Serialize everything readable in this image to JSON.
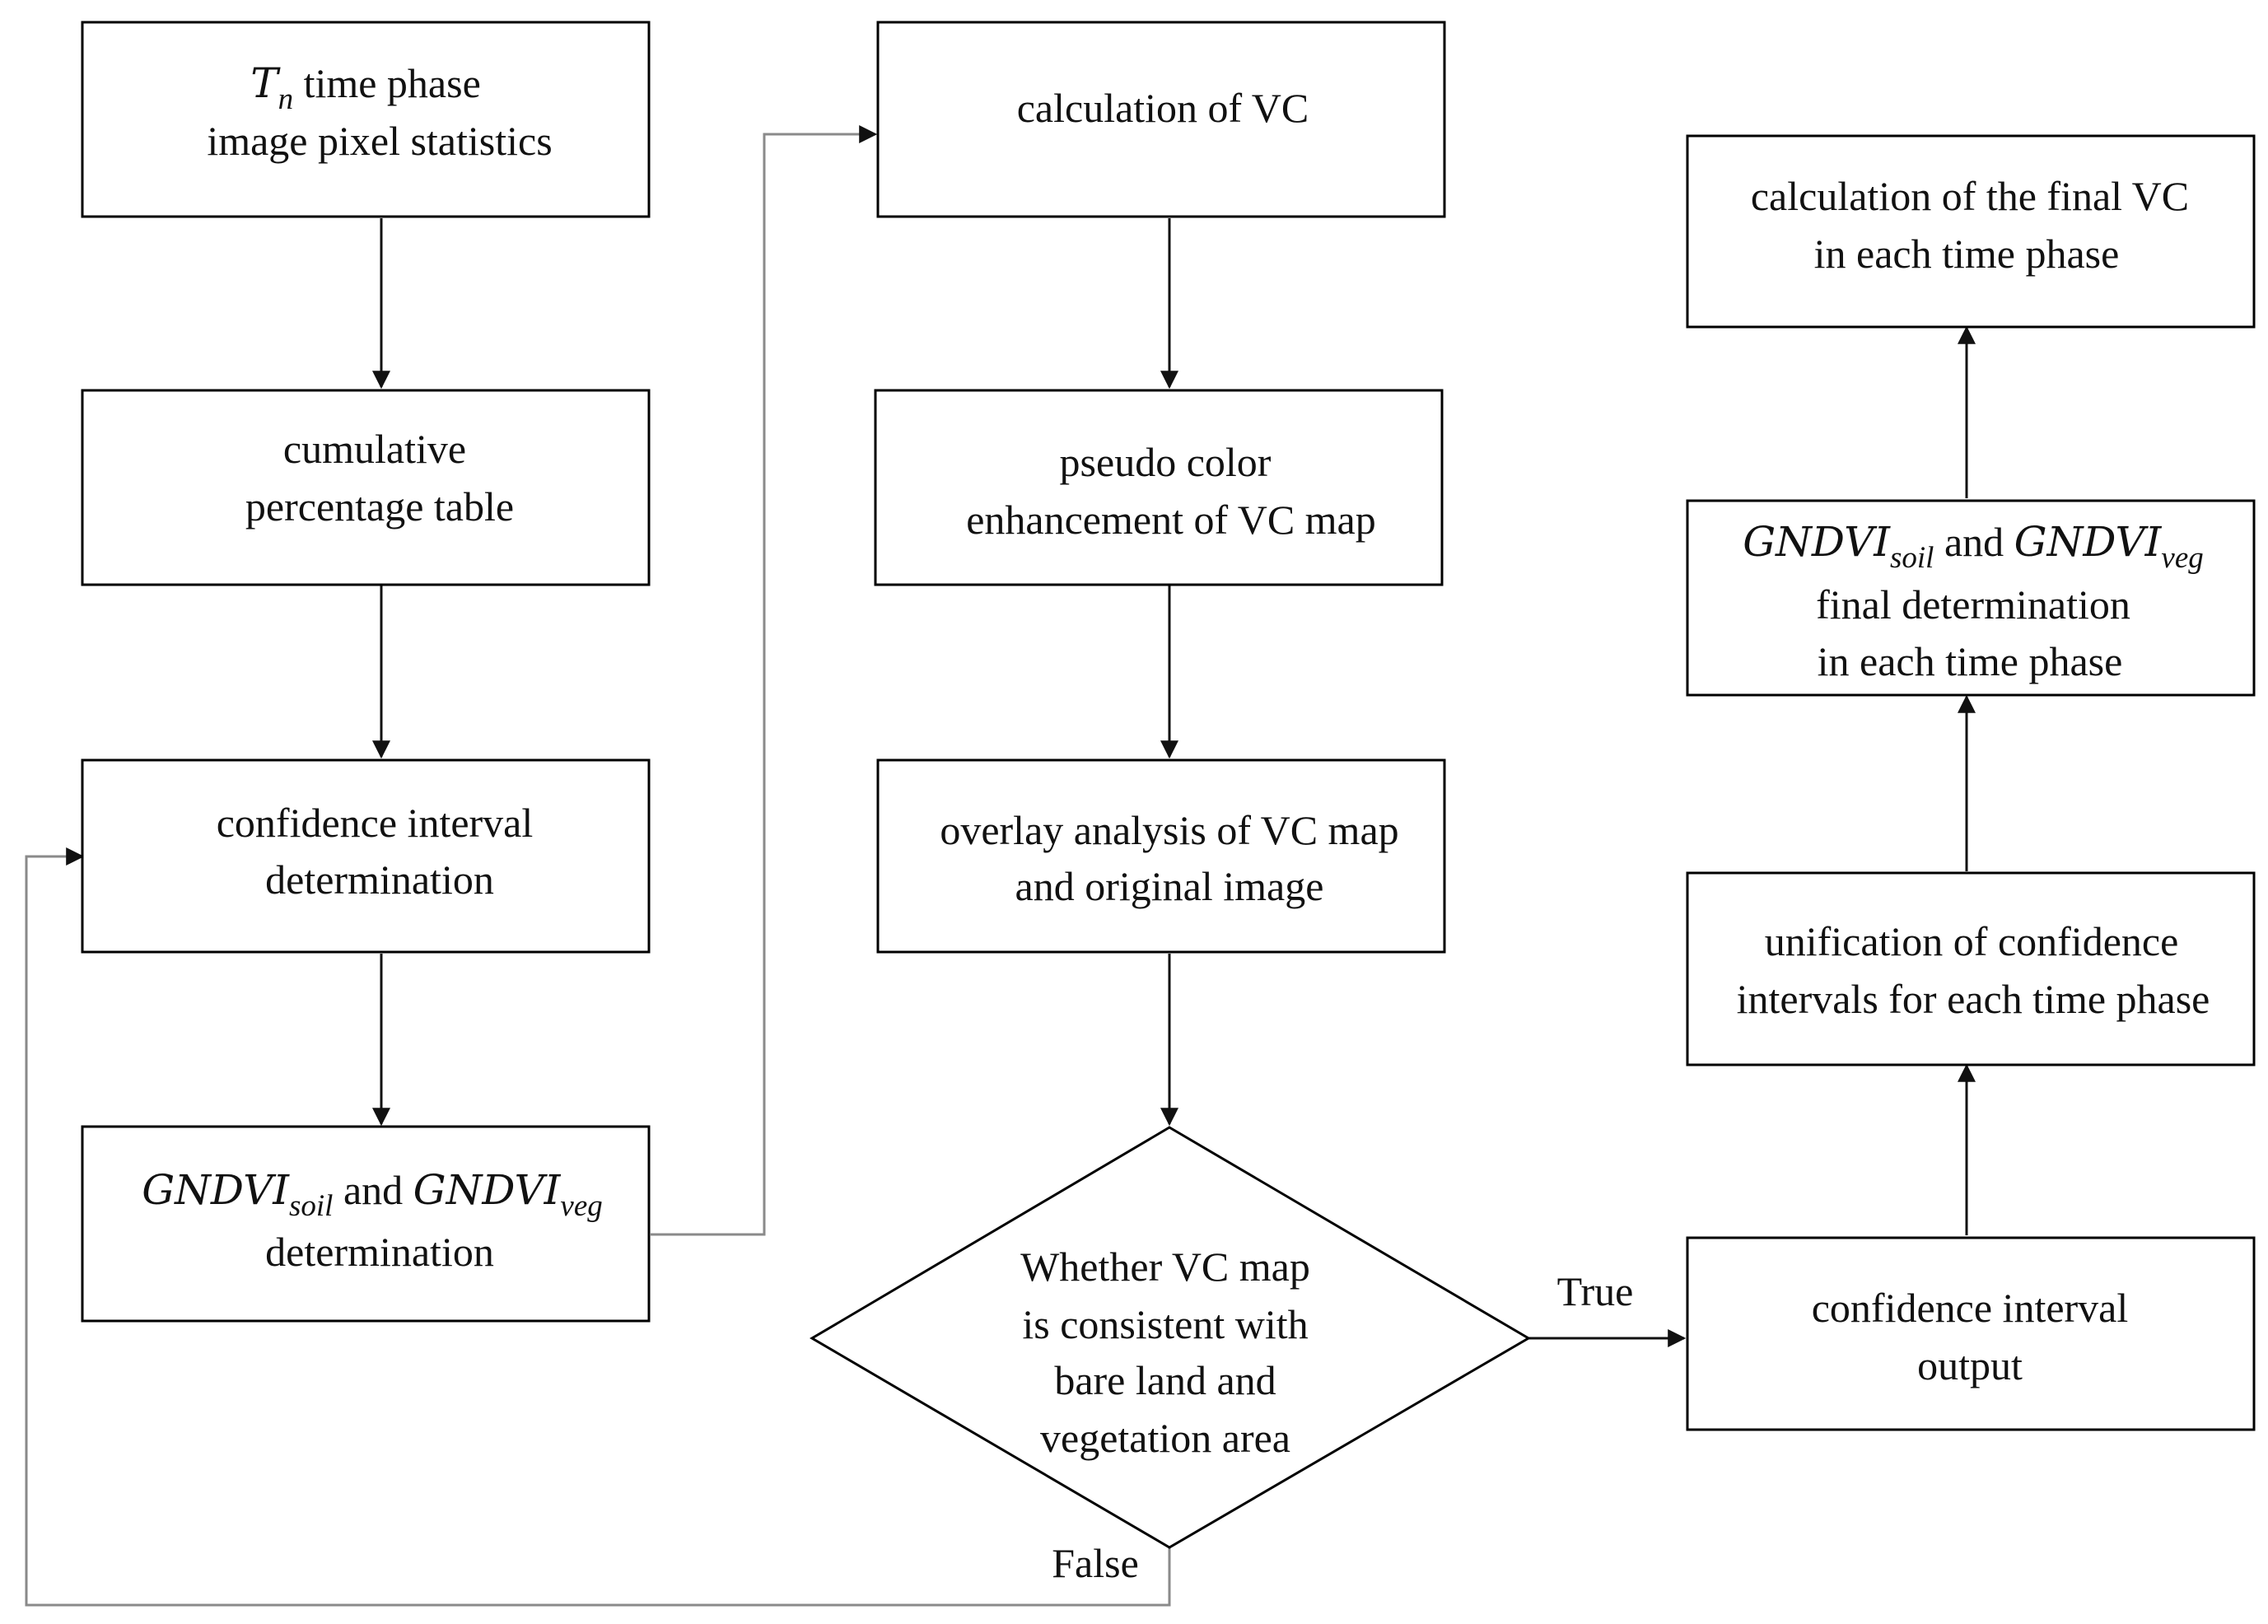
{
  "nodes": {
    "tn_stats": {
      "line1_symbol": "T",
      "line1_subscript": "n",
      "line1_rest": " time phase",
      "line2": "image pixel statistics"
    },
    "cumulative_table": {
      "line1": "cumulative",
      "line2": "percentage table"
    },
    "ci_determination": {
      "line1": "confidence interval",
      "line2": "determination"
    },
    "gndvi_determination": {
      "symbol_a": "GNDVI",
      "subscript_a": "soil",
      "connector": " and ",
      "symbol_b": "GNDVI",
      "subscript_b": "veg",
      "line2": "determination"
    },
    "calc_vc": {
      "line1": "calculation of VC"
    },
    "pseudo_color": {
      "line1": "pseudo color",
      "line2": "enhancement of VC map"
    },
    "overlay": {
      "line1": "overlay analysis of VC map",
      "line2": "and original image"
    },
    "decision": {
      "line1": "Whether VC map",
      "line2": "is consistent with",
      "line3": "bare land and",
      "line4": "vegetation area"
    },
    "ci_output": {
      "line1": "confidence interval",
      "line2": "output"
    },
    "unification": {
      "line1": "unification of confidence",
      "line2": "intervals for each time phase"
    },
    "gndvi_final": {
      "symbol_a": "GNDVI",
      "subscript_a": "soil",
      "connector": " and ",
      "symbol_b": "GNDVI",
      "subscript_b": "veg",
      "line2": "final determination",
      "line3": "in each time phase"
    },
    "final_vc": {
      "line1": "calculation of the final VC",
      "line2": "in each time phase"
    }
  },
  "edges": {
    "true_label": "True",
    "false_label": "False"
  },
  "colors": {
    "box_stroke": "#000000",
    "arrow_main": "#111111",
    "arrow_connector": "#8a8a8a",
    "text": "#111111",
    "background": "#ffffff"
  }
}
